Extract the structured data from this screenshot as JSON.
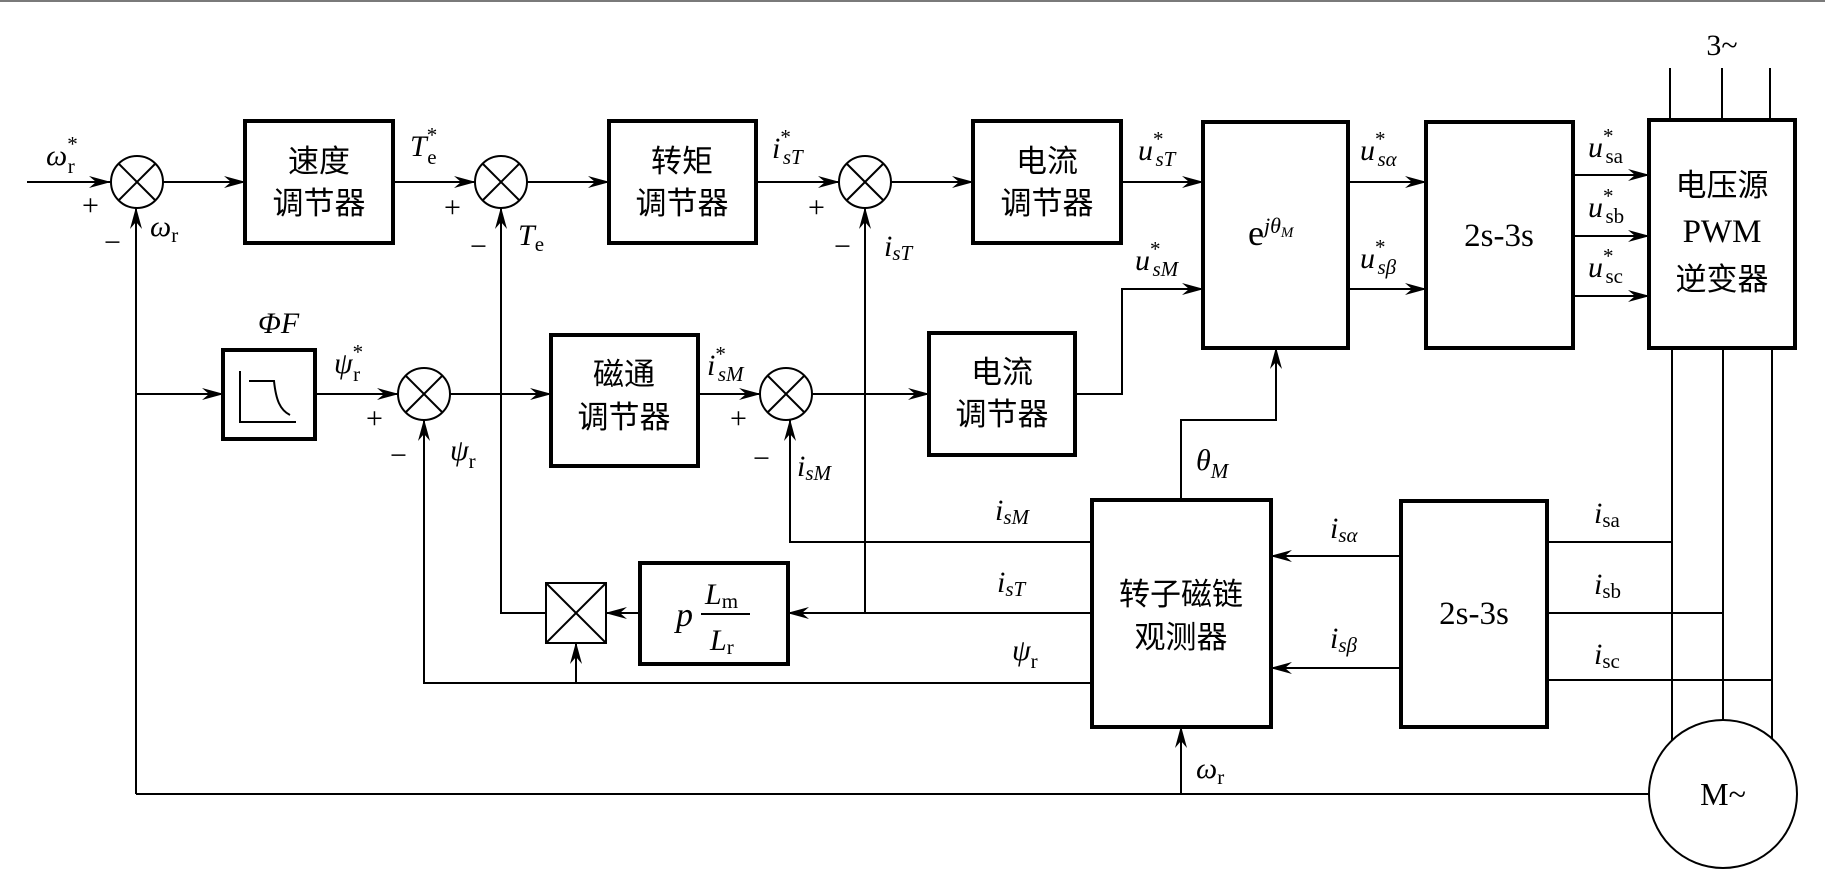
{
  "blocks": {
    "speed_reg": [
      "速度",
      "调节器"
    ],
    "torque_reg": [
      "转矩",
      "调节器"
    ],
    "current_reg_T": [
      "电流",
      "调节器"
    ],
    "flux_reg": [
      "磁通",
      "调节器"
    ],
    "current_reg_M": [
      "电流",
      "调节器"
    ],
    "rotation": {
      "base": "e",
      "exp": "jθ",
      "exp_sub": "M"
    },
    "conv_top": "2s-3s",
    "conv_bottom": "2s-3s",
    "inverter": [
      "电压源",
      "PWM",
      "逆变器"
    ],
    "observer": [
      "转子磁链",
      "观测器"
    ],
    "gain": {
      "p": "p",
      "num": "L",
      "num_sub": "m",
      "den": "L",
      "den_sub": "r"
    },
    "flux_func_label": {
      "main": "ΦF"
    },
    "motor": "M~",
    "supply": "3~"
  },
  "signals": {
    "omega_ref": {
      "main": "ω",
      "sub": "r",
      "sup": "*"
    },
    "omega_fb": {
      "main": "ω",
      "sub": "r"
    },
    "omega_obs": {
      "main": "ω",
      "sub": "r"
    },
    "Te_ref": {
      "main": "T",
      "sub": "e",
      "sup": "*"
    },
    "Te_fb": {
      "main": "T",
      "sub": "e"
    },
    "isT_ref": {
      "main": "i",
      "sub": "sT",
      "sup": "*"
    },
    "isT_fb": {
      "main": "i",
      "sub": "sT"
    },
    "usT_ref": {
      "main": "u",
      "sub": "sT",
      "sup": "*"
    },
    "usM_ref": {
      "main": "u",
      "sub": "sM",
      "sup": "*"
    },
    "psi_ref": {
      "main": "ψ",
      "sub": "r",
      "sup": "*"
    },
    "psi_fb": {
      "main": "ψ",
      "sub": "r"
    },
    "isM_ref": {
      "main": "i",
      "sub": "sM",
      "sup": "*"
    },
    "isM_fb": {
      "main": "i",
      "sub": "sM"
    },
    "usa_ref": {
      "main": "u",
      "sub": "sα",
      "sup": "*"
    },
    "usb_ref": {
      "main": "u",
      "sub": "sβ",
      "sup": "*"
    },
    "u_a": {
      "main": "u",
      "sub": "sa",
      "sup": "*"
    },
    "u_b": {
      "main": "u",
      "sub": "sb",
      "sup": "*"
    },
    "u_c": {
      "main": "u",
      "sub": "sc",
      "sup": "*"
    },
    "theta": {
      "main": "θ",
      "sub": "M"
    },
    "obs_isM": {
      "main": "i",
      "sub": "sM"
    },
    "obs_isT": {
      "main": "i",
      "sub": "sT"
    },
    "obs_psi": {
      "main": "ψ",
      "sub": "r"
    },
    "i_alpha": {
      "main": "i",
      "sub": "sα"
    },
    "i_beta": {
      "main": "i",
      "sub": "sβ"
    },
    "i_a": {
      "main": "i",
      "sub": "sa"
    },
    "i_b": {
      "main": "i",
      "sub": "sb"
    },
    "i_c": {
      "main": "i",
      "sub": "sc"
    }
  },
  "signs": {
    "plus": "+",
    "minus": "−"
  }
}
